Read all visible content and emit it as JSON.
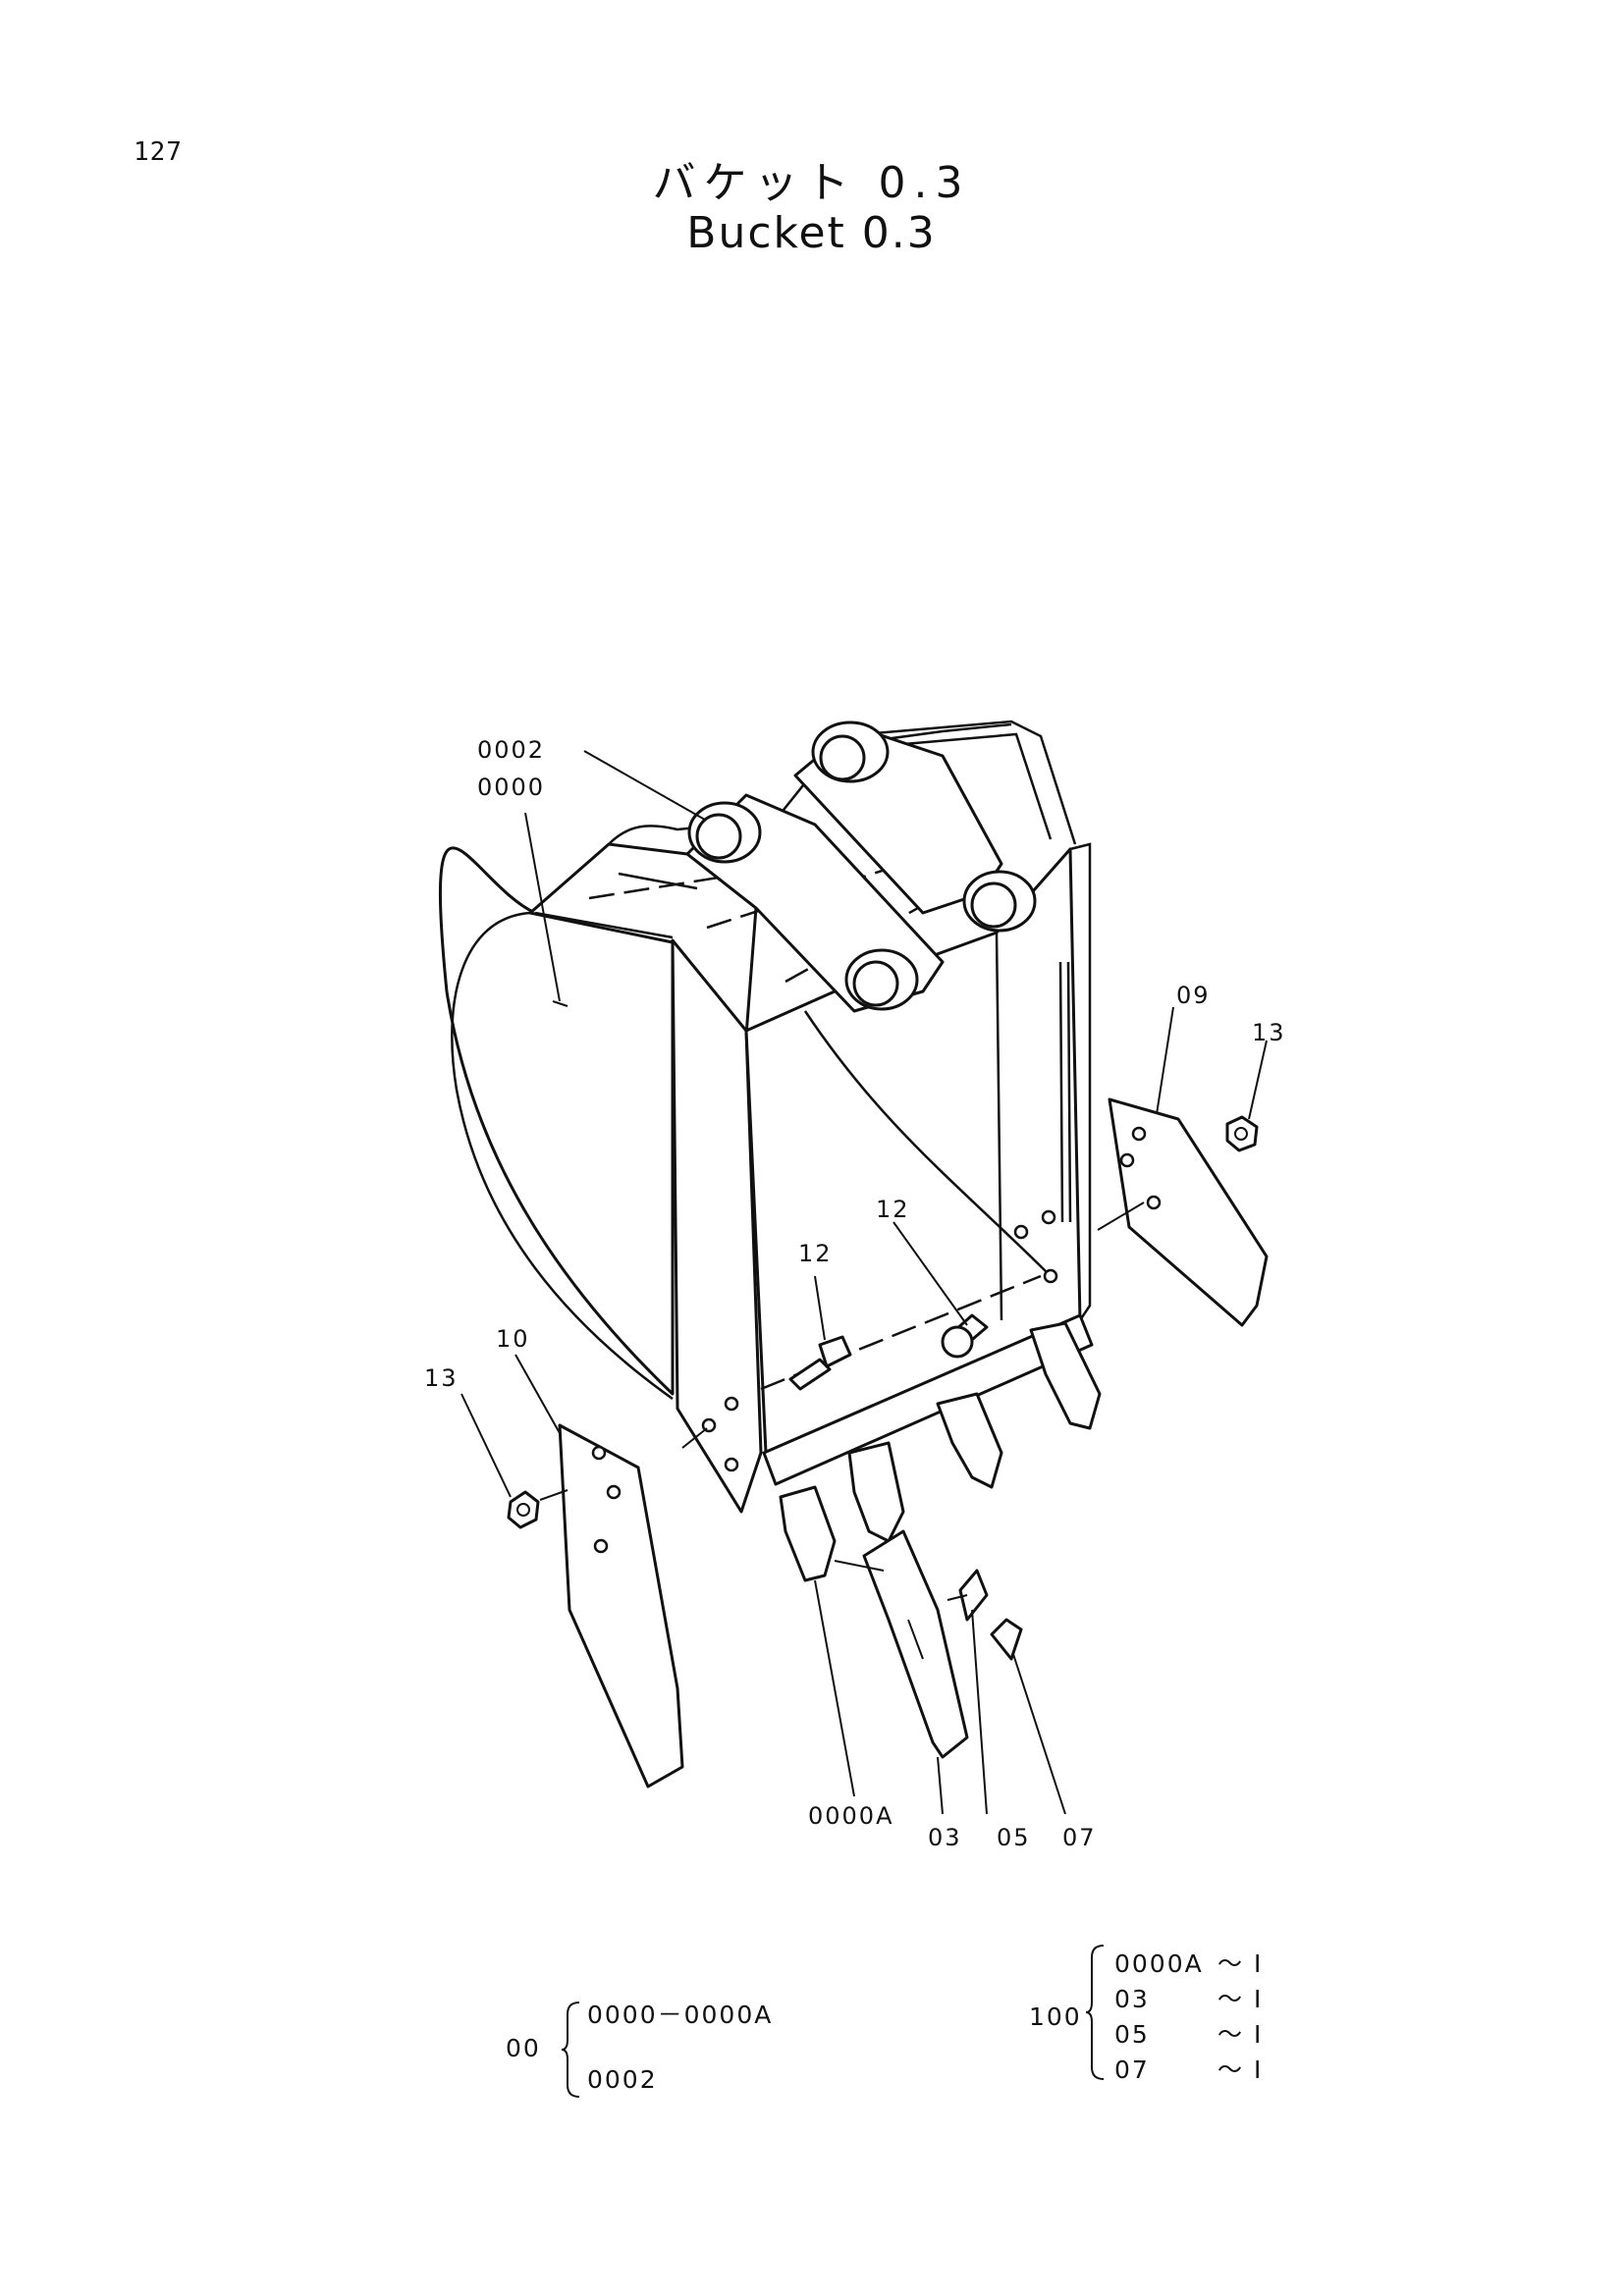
{
  "page": {
    "number": "127",
    "title_jp": "バケット 0.3",
    "title_en": "Bucket 0.3"
  },
  "callouts": {
    "c0002": "0002",
    "c0000": "0000",
    "c09": "09",
    "c13_right": "13",
    "c12_right": "12",
    "c12_left": "12",
    "c10": "10",
    "c13_left": "13",
    "c0000A": "0000A",
    "c03": "03",
    "c05": "05",
    "c07": "07"
  },
  "groups": {
    "g00": {
      "label": "00",
      "items": [
        "0000－0000A",
        "0002"
      ]
    },
    "g100": {
      "label": "100",
      "items": [
        {
          "part": "0000A",
          "qty": "～ I"
        },
        {
          "part": "03",
          "qty": "～ I"
        },
        {
          "part": "05",
          "qty": "～ I"
        },
        {
          "part": "07",
          "qty": "～ I"
        }
      ]
    }
  }
}
